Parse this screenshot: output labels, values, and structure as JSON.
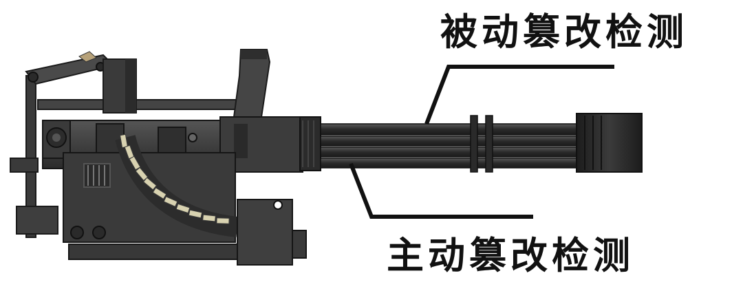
{
  "labels": {
    "passive_detection": "被动篡改检测",
    "active_detection": "主动篡改检测"
  },
  "colors": {
    "background": "#ffffff",
    "ink": "#111111",
    "metal_dark": "#2a2a2a",
    "metal_mid": "#4a4a4a",
    "metal_light": "#6b6b6b",
    "bullet_case": "#d8d2b0",
    "bullet_tip": "#8a8060"
  },
  "icons": {
    "weapon": "minigun-illustration"
  }
}
